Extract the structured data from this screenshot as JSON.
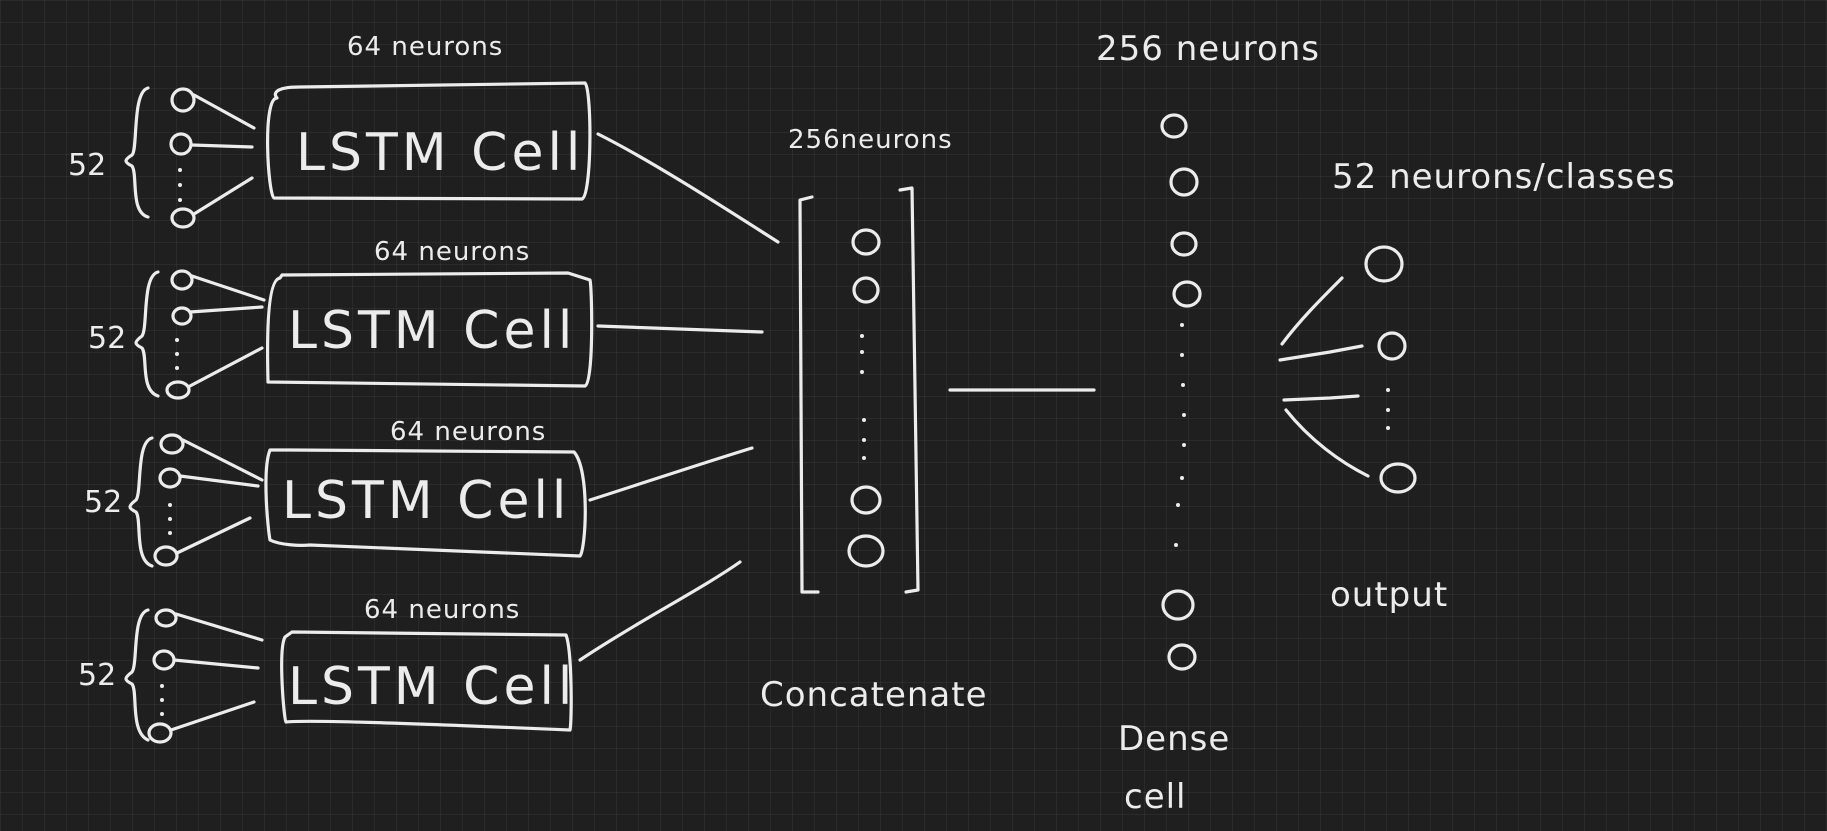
{
  "input_groups": [
    {
      "count_label": "52",
      "neurons_label": "64 neurons",
      "cell_label": "LSTM Cell"
    },
    {
      "count_label": "52",
      "neurons_label": "64 neurons",
      "cell_label": "LSTM Cell"
    },
    {
      "count_label": "52",
      "neurons_label": "64 neurons",
      "cell_label": "LSTM Cell"
    },
    {
      "count_label": "52",
      "neurons_label": "64 neurons",
      "cell_label": "LSTM Cell"
    }
  ],
  "concatenate": {
    "neurons_label": "256neurons",
    "label": "Concatenate"
  },
  "dense": {
    "neurons_label": "256 neurons",
    "label_line1": "Dense",
    "label_line2": "cell"
  },
  "output": {
    "neurons_label": "52 neurons/classes",
    "label": "output"
  },
  "colors": {
    "background": "#1f1f1f",
    "stroke": "#ececec"
  }
}
